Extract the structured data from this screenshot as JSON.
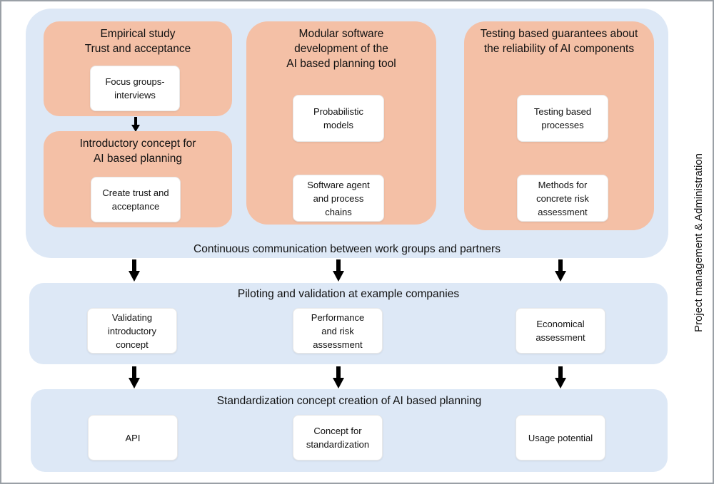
{
  "top": {
    "footer": "Continuous communication between work groups and partners",
    "empirical": {
      "title": "Empirical study\nTrust and acceptance",
      "box": "Focus groups-\ninterviews"
    },
    "intro": {
      "title": "Introductory concept for\nAI based planning",
      "box": "Create trust and\nacceptance"
    },
    "modular": {
      "title": "Modular software\ndevelopment of the\nAI based planning tool",
      "box1": "Probabilistic\nmodels",
      "box2": "Software agent\nand process\nchains"
    },
    "testing": {
      "title": "Testing based guarantees about\nthe reliability of AI components",
      "box1": "Testing based\nprocesses",
      "box2": "Methods for\nconcrete risk\nassessment"
    }
  },
  "piloting": {
    "title": "Piloting and validation at example companies",
    "boxes": [
      "Validating\nintroductory\nconcept",
      "Performance\nand risk\nassessment",
      "Economical\nassessment"
    ]
  },
  "standardization": {
    "title": "Standardization concept creation of AI based planning",
    "boxes": [
      "API",
      "Concept for\nstandardization",
      "Usage potential"
    ]
  },
  "side_label": "Project management & Administration",
  "colors": {
    "region_blue": "#dde8f6",
    "box_orange": "#f4c0a6",
    "inner_white": "#ffffff",
    "arrow": "#000000"
  }
}
